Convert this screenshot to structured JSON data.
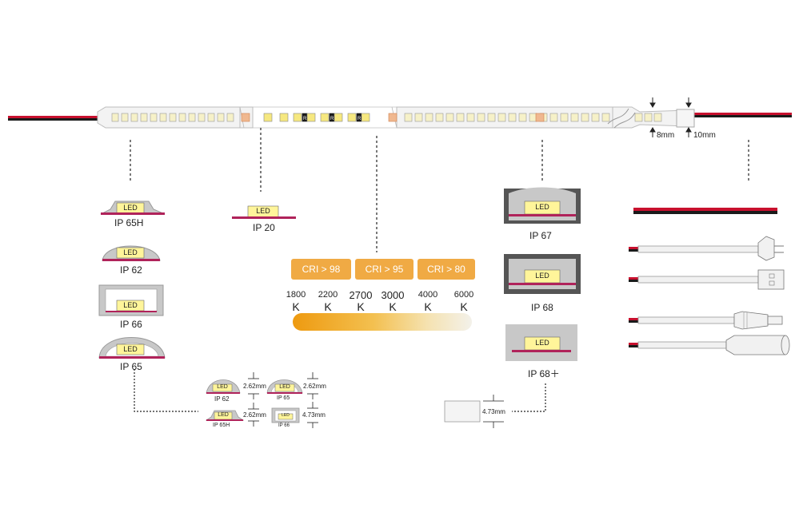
{
  "colors": {
    "accent": "#F0AA44",
    "led": "#FFF59A",
    "pcb": "#B0235A",
    "silicone": "#C8C8C8",
    "dark_silicone": "#555555",
    "wire_red": "#C8102E",
    "wire_black": "#1A1A1A",
    "gradient_start": "#F0A020",
    "gradient_end": "#F5F3EC"
  },
  "strip": {
    "dim_height": "8mm",
    "dim_width": "10mm"
  },
  "profiles_left": [
    {
      "led": "LED",
      "label": "IP 65H"
    },
    {
      "led": "LED",
      "label": "IP 62"
    },
    {
      "led": "LED",
      "label": "IP 66"
    },
    {
      "led": "LED",
      "label": "IP 65"
    }
  ],
  "profile_ip20": {
    "led": "LED",
    "label": "IP 20"
  },
  "cri_badges": [
    "CRI > 98",
    "CRI > 95",
    "CRI > 80"
  ],
  "cct_values": [
    {
      "value": "1800",
      "unit": "K"
    },
    {
      "value": "2200",
      "unit": "K"
    },
    {
      "value": "2700",
      "unit": "K"
    },
    {
      "value": "3000",
      "unit": "K"
    },
    {
      "value": "4000",
      "unit": "K"
    },
    {
      "value": "6000",
      "unit": "K"
    }
  ],
  "profiles_right": [
    {
      "led": "LED",
      "label": "IP 67"
    },
    {
      "led": "LED",
      "label": "IP 68"
    },
    {
      "led": "LED",
      "label": "IP 68＋"
    }
  ],
  "thickness_details": [
    {
      "led": "LED",
      "label": "IP 62",
      "dim": "2.62mm"
    },
    {
      "led": "LED",
      "label": "IP 65",
      "dim": "2.62mm"
    },
    {
      "led": "LED",
      "label": "IP 65H",
      "dim": "2.62mm"
    },
    {
      "led": "LED",
      "label": "IP 66",
      "dim": "4.73mm"
    }
  ],
  "ip68plus_detail": {
    "dim": "4.73mm"
  },
  "strip_marker": "R"
}
